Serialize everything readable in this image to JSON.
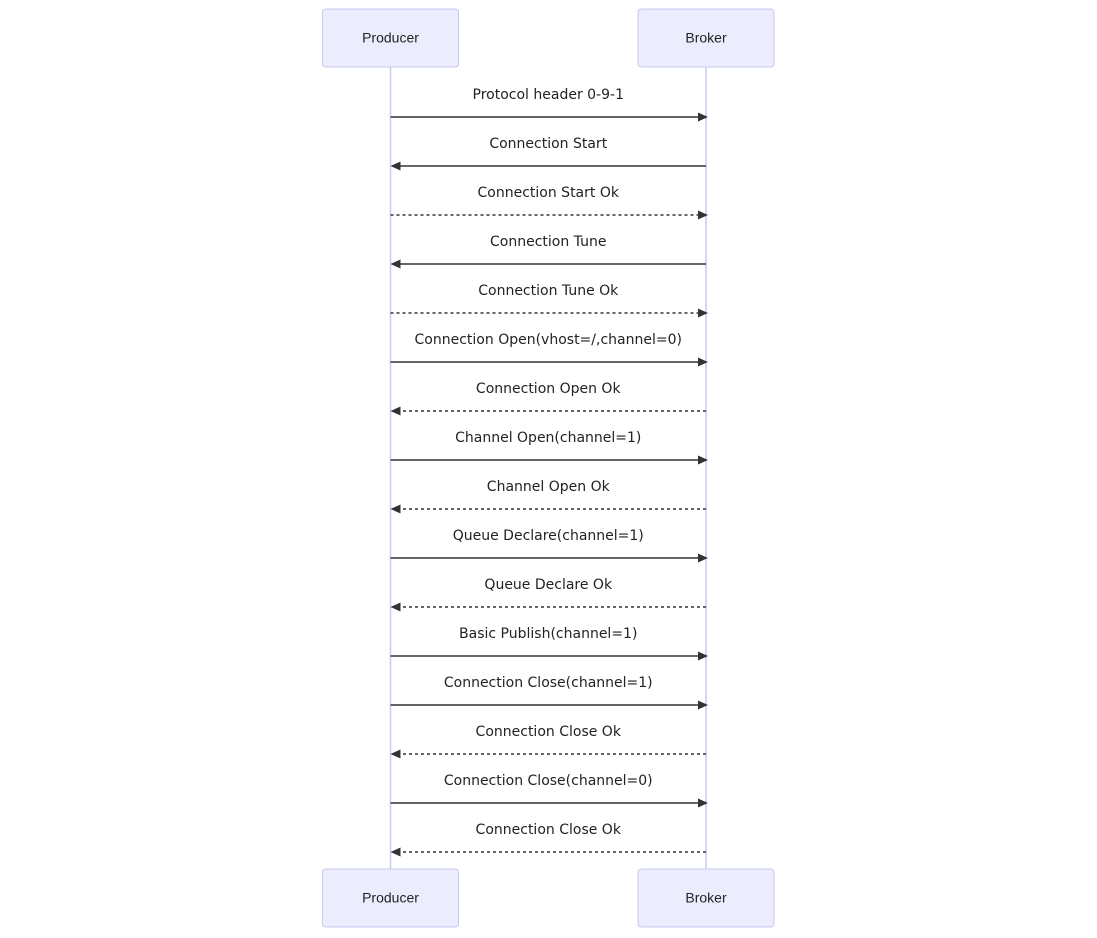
{
  "participants": [
    {
      "id": "producer",
      "label": "Producer"
    },
    {
      "id": "broker",
      "label": "Broker"
    }
  ],
  "messages": [
    {
      "from": "producer",
      "to": "broker",
      "label": "Protocol header 0-9-1",
      "style": "solid"
    },
    {
      "from": "broker",
      "to": "producer",
      "label": "Connection Start",
      "style": "solid"
    },
    {
      "from": "producer",
      "to": "broker",
      "label": "Connection Start Ok",
      "style": "dotted"
    },
    {
      "from": "broker",
      "to": "producer",
      "label": "Connection Tune",
      "style": "solid"
    },
    {
      "from": "producer",
      "to": "broker",
      "label": "Connection Tune Ok",
      "style": "dotted"
    },
    {
      "from": "producer",
      "to": "broker",
      "label": "Connection Open(vhost=/,channel=0)",
      "style": "solid"
    },
    {
      "from": "broker",
      "to": "producer",
      "label": "Connection Open Ok",
      "style": "dotted"
    },
    {
      "from": "producer",
      "to": "broker",
      "label": "Channel Open(channel=1)",
      "style": "solid"
    },
    {
      "from": "broker",
      "to": "producer",
      "label": "Channel Open Ok",
      "style": "dotted"
    },
    {
      "from": "producer",
      "to": "broker",
      "label": "Queue Declare(channel=1)",
      "style": "solid"
    },
    {
      "from": "broker",
      "to": "producer",
      "label": "Queue Declare Ok",
      "style": "dotted"
    },
    {
      "from": "producer",
      "to": "broker",
      "label": "Basic Publish(channel=1)",
      "style": "solid"
    },
    {
      "from": "producer",
      "to": "broker",
      "label": "Connection Close(channel=1)",
      "style": "solid"
    },
    {
      "from": "broker",
      "to": "producer",
      "label": "Connection Close Ok",
      "style": "dotted"
    },
    {
      "from": "producer",
      "to": "broker",
      "label": "Connection Close(channel=0)",
      "style": "solid"
    },
    {
      "from": "broker",
      "to": "producer",
      "label": "Connection Close Ok",
      "style": "dotted"
    }
  ]
}
